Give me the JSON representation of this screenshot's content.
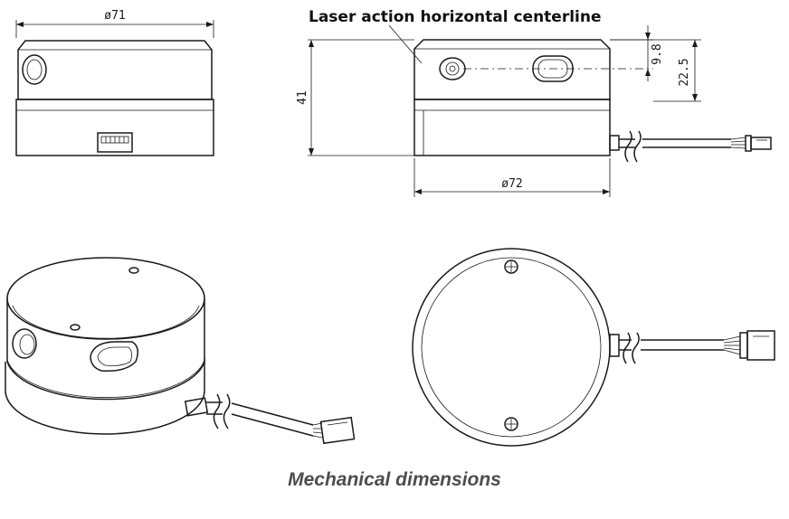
{
  "figure": {
    "caption": "Mechanical dimensions",
    "annotation": "Laser action horizontal centerline",
    "dimensions": {
      "diameter_top": "ø71",
      "diameter_side": "ø72",
      "height_total": "41",
      "height_laser": "22.5",
      "height_window": "9.8"
    }
  }
}
